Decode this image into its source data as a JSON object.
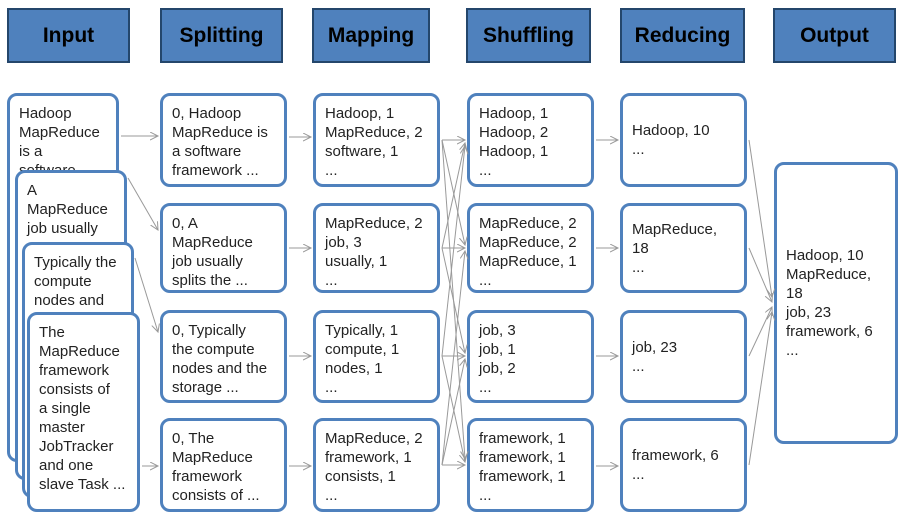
{
  "stages": [
    {
      "label": "Input"
    },
    {
      "label": "Splitting"
    },
    {
      "label": "Mapping"
    },
    {
      "label": "Shuffling"
    },
    {
      "label": "Reducing"
    },
    {
      "label": "Output"
    }
  ],
  "input": {
    "cards": [
      {
        "text": "Hadoop\nMapReduce\nis a\nsoftware ..."
      },
      {
        "text": "A\nMapReduce\njob usually"
      },
      {
        "text": "Typically the\ncompute\nnodes and"
      },
      {
        "text": "The\nMapReduce\nframework\nconsists of\na single\nmaster\nJobTracker\nand one\nslave Task ..."
      }
    ]
  },
  "splitting": {
    "boxes": [
      {
        "text": "0, Hadoop\nMapReduce is\na software\nframework ..."
      },
      {
        "text": "0, A\nMapReduce\njob usually\nsplits the ..."
      },
      {
        "text": "0, Typically\nthe compute\nnodes and the\nstorage ..."
      },
      {
        "text": "0, The\nMapReduce\nframework\nconsists of ..."
      }
    ]
  },
  "mapping": {
    "boxes": [
      {
        "text": "Hadoop, 1\nMapReduce, 2\nsoftware, 1\n..."
      },
      {
        "text": "MapReduce, 2\njob, 3\nusually, 1\n..."
      },
      {
        "text": "Typically, 1\ncompute, 1\nnodes, 1\n..."
      },
      {
        "text": "MapReduce, 2\nframework, 1\nconsists, 1\n..."
      }
    ]
  },
  "shuffling": {
    "boxes": [
      {
        "text": "Hadoop, 1\nHadoop, 2\nHadoop, 1\n..."
      },
      {
        "text": "MapReduce, 2\nMapReduce, 2\nMapReduce, 1\n..."
      },
      {
        "text": "job, 3\njob, 1\njob, 2\n..."
      },
      {
        "text": "framework, 1\nframework, 1\nframework, 1\n..."
      }
    ]
  },
  "reducing": {
    "boxes": [
      {
        "text": "Hadoop, 10\n..."
      },
      {
        "text": "MapReduce,\n18\n..."
      },
      {
        "text": "job, 23\n..."
      },
      {
        "text": "framework, 6\n..."
      }
    ]
  },
  "output": {
    "text": "Hadoop, 10\nMapReduce,\n18\njob, 23\nframework, 6\n..."
  },
  "connections": [
    {
      "from": "input-1",
      "to": "splitting-1"
    },
    {
      "from": "input-2",
      "to": "splitting-2"
    },
    {
      "from": "input-3",
      "to": "splitting-3"
    },
    {
      "from": "input-4",
      "to": "splitting-4"
    },
    {
      "from": "splitting-1",
      "to": "mapping-1"
    },
    {
      "from": "splitting-2",
      "to": "mapping-2"
    },
    {
      "from": "splitting-3",
      "to": "mapping-3"
    },
    {
      "from": "splitting-4",
      "to": "mapping-4"
    },
    {
      "from": "mapping-1",
      "to": "shuffling-1"
    },
    {
      "from": "mapping-1",
      "to": "shuffling-2"
    },
    {
      "from": "mapping-1",
      "to": "shuffling-4"
    },
    {
      "from": "mapping-2",
      "to": "shuffling-1"
    },
    {
      "from": "mapping-2",
      "to": "shuffling-2"
    },
    {
      "from": "mapping-2",
      "to": "shuffling-3"
    },
    {
      "from": "mapping-3",
      "to": "shuffling-1"
    },
    {
      "from": "mapping-3",
      "to": "shuffling-3"
    },
    {
      "from": "mapping-3",
      "to": "shuffling-4"
    },
    {
      "from": "mapping-4",
      "to": "shuffling-2"
    },
    {
      "from": "mapping-4",
      "to": "shuffling-3"
    },
    {
      "from": "mapping-4",
      "to": "shuffling-4"
    },
    {
      "from": "shuffling-1",
      "to": "reducing-1"
    },
    {
      "from": "shuffling-2",
      "to": "reducing-2"
    },
    {
      "from": "shuffling-3",
      "to": "reducing-3"
    },
    {
      "from": "shuffling-4",
      "to": "reducing-4"
    },
    {
      "from": "reducing-1",
      "to": "output"
    },
    {
      "from": "reducing-2",
      "to": "output"
    },
    {
      "from": "reducing-3",
      "to": "output"
    },
    {
      "from": "reducing-4",
      "to": "output"
    }
  ],
  "colors": {
    "header_fill": "#4f81bd",
    "header_border": "#24466b",
    "card_border": "#4f81bd",
    "arrow": "#999999"
  }
}
